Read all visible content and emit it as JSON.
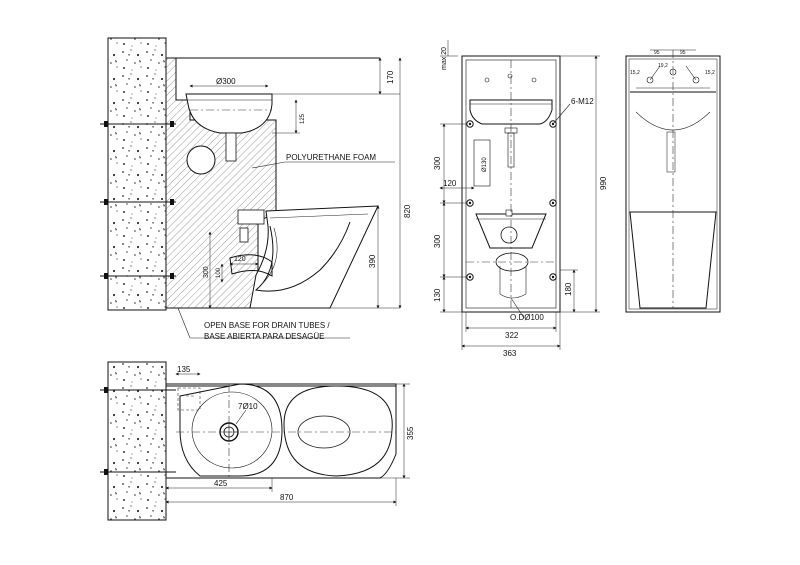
{
  "labels": {
    "foam": "POLYURETHANE FOAM",
    "base_en": "OPEN BASE FOR DRAIN TUBES /",
    "base_es": "BASE ABIERTA PARA DESAGÜE",
    "bolts": "6-M12",
    "outlet": "O.DØ100"
  },
  "side": {
    "basin_dia": "Ø300",
    "d170": "170",
    "d125": "125",
    "d820": "820",
    "d390": "390",
    "d300": "300",
    "d120": "120",
    "d100": "100"
  },
  "front": {
    "max20": "max 20",
    "d300a": "300",
    "d300b": "300",
    "d130": "130",
    "d120": "120",
    "dia130": "Ø130",
    "d990": "990",
    "d180": "180",
    "d322": "322",
    "d363": "363"
  },
  "right": {
    "t95a": "95",
    "t95b": "95",
    "t152a": "15,2",
    "t152b": "15,2",
    "t192": "19,2"
  },
  "plan": {
    "d135": "135",
    "holes": "7Ø10",
    "d425": "425",
    "d870": "870",
    "d355": "355"
  }
}
